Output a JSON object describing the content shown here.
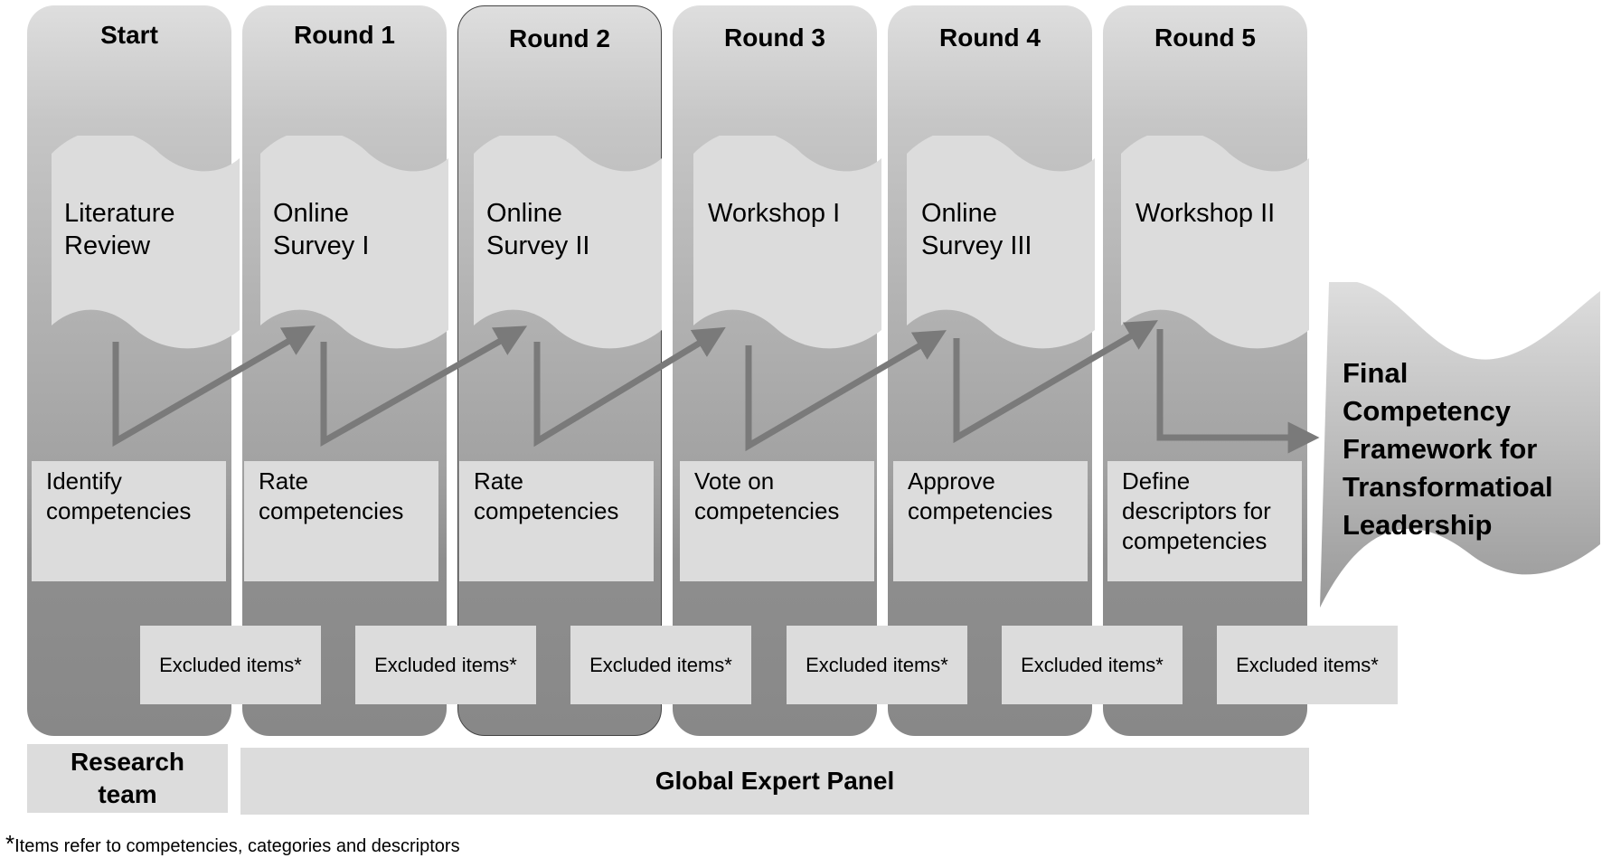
{
  "stages": [
    {
      "title": "Start",
      "method": [
        "Literature",
        "Review"
      ],
      "activity": [
        "Identify",
        "competencies"
      ]
    },
    {
      "title": "Round 1",
      "method": [
        "Online",
        "Survey I"
      ],
      "activity": [
        "Rate",
        "competencies"
      ]
    },
    {
      "title": "Round 2",
      "method": [
        "Online",
        "Survey II"
      ],
      "activity": [
        "Rate",
        "competencies"
      ]
    },
    {
      "title": "Round 3",
      "method": [
        "Workshop I"
      ],
      "activity": [
        "Vote on",
        "competencies"
      ]
    },
    {
      "title": "Round 4",
      "method": [
        "Online",
        "Survey III"
      ],
      "activity": [
        "Approve",
        "competencies"
      ]
    },
    {
      "title": "Round 5",
      "method": [
        "Workshop II"
      ],
      "activity": [
        "Define",
        "descriptors for",
        "competencies"
      ]
    }
  ],
  "excluded_label": "Excluded items*",
  "final": [
    "Final",
    "Competency",
    "Framework for",
    "Transformatioal",
    "Leadership"
  ],
  "research_team": [
    "Research",
    "team"
  ],
  "expert_panel": "Global Expert Panel",
  "footnote": {
    "star": "*",
    "text": "Items refer to competencies, categories and descriptors"
  }
}
